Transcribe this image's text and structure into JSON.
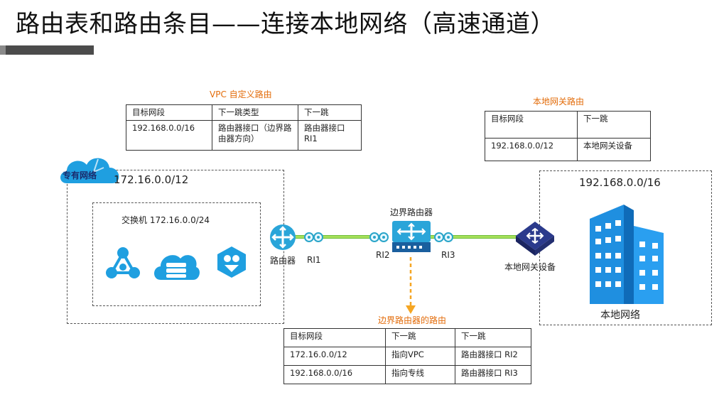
{
  "title": "路由表和路由条目——连接本地网络（高速通道）",
  "vpc_table": {
    "title": "VPC 自定义路由",
    "headers": [
      "目标网段",
      "下一跳类型",
      "下一跳"
    ],
    "rows": [
      [
        "192.168.0.0/16",
        "路由器接口（边界路由器方向）",
        "路由器接口RI1"
      ]
    ]
  },
  "local_table": {
    "title": "本地网关路由",
    "headers": [
      "目标网段",
      "下一跳"
    ],
    "rows": [
      [
        "192.168.0.0/12",
        "本地网关设备"
      ]
    ]
  },
  "border_table": {
    "title": "边界路由器的路由",
    "headers": [
      "目标网段",
      "下一跳",
      "下一跳"
    ],
    "rows": [
      [
        "172.16.0.0/12",
        "指向VPC",
        "路由器接口 RI2"
      ],
      [
        "192.168.0.0/16",
        "指向专线",
        "路由器接口 RI3"
      ]
    ]
  },
  "vpc": {
    "badge": "专有网络",
    "cidr": "172.16.0.0/12",
    "switch": "交换机 172.16.0.0/24"
  },
  "local_net": {
    "cidr": "192.168.0.0/16",
    "label": "本地网络"
  },
  "labels": {
    "router": "路由器",
    "ri1": "RI1",
    "ri2": "RI2",
    "ri3": "RI3",
    "border_router": "边界路由器",
    "gateway": "本地网关设备"
  },
  "colors": {
    "accent": "#e36c0a",
    "blue": "#1f9fe0",
    "dark_blue": "#2b3a8c",
    "link": "#a6e05a"
  },
  "icons": [
    "cloud-icon",
    "network-topology-icon",
    "storage-icon",
    "hexagon-service-icon",
    "router-icon",
    "border-router-icon",
    "gateway-switch-icon",
    "building-icon"
  ]
}
